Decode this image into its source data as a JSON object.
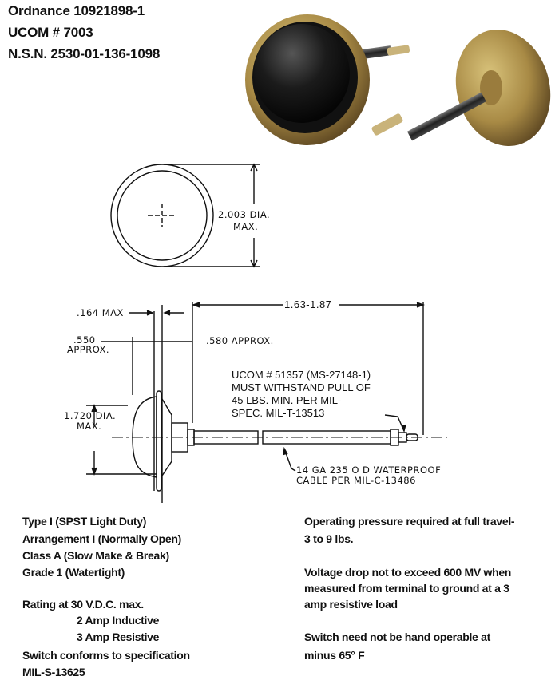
{
  "header": {
    "ordnance": "Ordnance 10921898-1",
    "ucom": "UCOM # 7003",
    "nsn": "N.S.N. 2530-01-136-1098"
  },
  "drawing": {
    "front_dia": "2.003 DIA.",
    "front_dia_max": "MAX.",
    "dim_164": ".164 MAX",
    "dim_length": "1.63-1.87",
    "dim_550": ".550",
    "dim_550_approx": "APPROX.",
    "dim_580": ".580 APPROX.",
    "dim_1720": "1.720 DIA.",
    "dim_1720_max": "MAX.",
    "connector_note": [
      "UCOM # 51357 (MS-27148-1)",
      "MUST WITHSTAND PULL OF",
      "45 LBS. MIN. PER MIL-",
      "SPEC. MIL-T-13513"
    ],
    "cable_note": [
      "14 GA  235 O D  WATERPROOF",
      "CABLE  PER  MIL-C-13486"
    ]
  },
  "specs_left": {
    "type": "Type I (SPST Light Duty)",
    "arrangement": "Arrangement I (Normally Open)",
    "class": "Class A (Slow Make & Break)",
    "grade": "Grade 1 (Watertight)",
    "rating": "Rating at 30 V.D.C. max.",
    "inductive": "2 Amp Inductive",
    "resistive": "3 Amp Resistive",
    "conforms": "Switch conforms to specification",
    "spec": "MIL-S-13625"
  },
  "specs_right": {
    "pressure_1": "Operating pressure required at full travel-",
    "pressure_2": "3 to 9 lbs.",
    "voltage_1": "Voltage drop not to exceed 600 MV when",
    "voltage_2": "measured from terminal to ground at a 3",
    "voltage_3": "amp resistive load",
    "hand_1": "Switch need not be hand operable at",
    "hand_2": "minus 65° F"
  }
}
